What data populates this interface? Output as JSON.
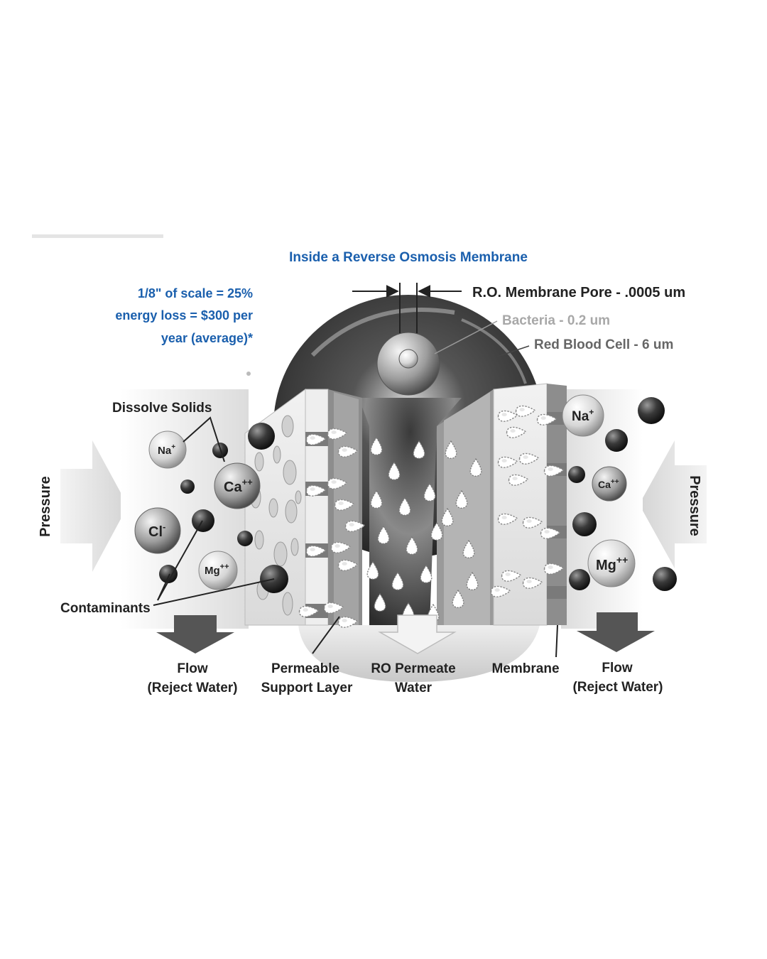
{
  "title": "Inside a Reverse Osmosis Membrane",
  "scale_note": {
    "line1": "1/8\" of scale = 25%",
    "line2": "energy loss = $300 per",
    "line3": "year (average)*"
  },
  "sizes": {
    "pore": "R.O. Membrane Pore - .0005 um",
    "bacteria": "Bacteria - 0.2 um",
    "red_blood_cell": "Red Blood Cell - 6 um"
  },
  "labels": {
    "dissolve_solids": "Dissolve Solids",
    "contaminants": "Contaminants",
    "pressure_left": "Pressure",
    "pressure_right": "Pressure",
    "flow_left_1": "Flow",
    "flow_left_2": "(Reject Water)",
    "support_1": "Permeable",
    "support_2": "Support Layer",
    "permeate_1": "RO Permeate",
    "permeate_2": "Water",
    "membrane": "Membrane",
    "flow_right_1": "Flow",
    "flow_right_2": "(Reject Water)"
  },
  "ions": {
    "na_left": "Na",
    "na_left_charge": "+",
    "ca_left": "Ca",
    "ca_left_charge": "++",
    "cl_left": "Cl",
    "cl_left_charge": "-",
    "mg_left": "Mg",
    "mg_left_charge": "++",
    "na_right": "Na",
    "na_right_charge": "+",
    "ca_right": "Ca",
    "ca_right_charge": "++",
    "mg_right": "Mg",
    "mg_right_charge": "++"
  },
  "colors": {
    "title_blue": "#1a5fad",
    "label_dark": "#222222",
    "bacteria_gray": "#a8a8a8",
    "rbc_gray": "#666666"
  }
}
